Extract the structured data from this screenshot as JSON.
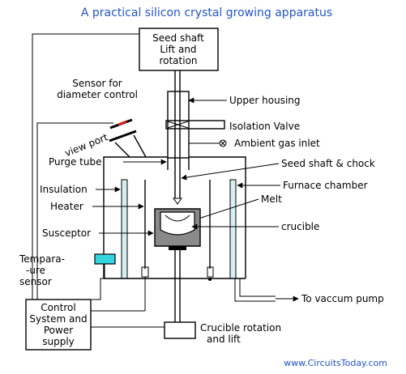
{
  "title": "A practical silicon crystal growing apparatus",
  "credit": "www.CircuitsToday.com",
  "labels": {
    "seed_shaft_line1": "Seed shaft",
    "seed_shaft_line2": "Lift and",
    "seed_shaft_line3": "rotation",
    "sensor_line1": "Sensor for",
    "sensor_line2": "diameter control",
    "view_port": "view port",
    "upper_housing": "Upper housing",
    "isolation_valve": "Isolation Valve",
    "ambient_gas_inlet": "Ambient gas inlet",
    "purge_tube": "Purge tube",
    "seed_shaft_chock": "Seed shaft & chock",
    "insulation": "Insulation",
    "furnace_chamber": "Furnace chamber",
    "heater": "Heater",
    "melt": "Melt",
    "crucible": "crucible",
    "susceptor": "Susceptor",
    "temp_line1": "Tempara-",
    "temp_line2": "-ure",
    "temp_line3": "sensor",
    "control_line1": "Control",
    "control_line2": "System and",
    "control_line3": "Power",
    "control_line4": "supply",
    "vacuum_pump": "To vaccum pump",
    "crucible_rot_line1": "Crucible rotation",
    "crucible_rot_line2": "and lift"
  },
  "colors": {
    "title": "#2255cc",
    "insulation_fill": "#d6f0f2",
    "sensor_fill": "#33d6e0",
    "susceptor_fill": "#8a8a8a",
    "sensor_tip": "#e02020"
  }
}
